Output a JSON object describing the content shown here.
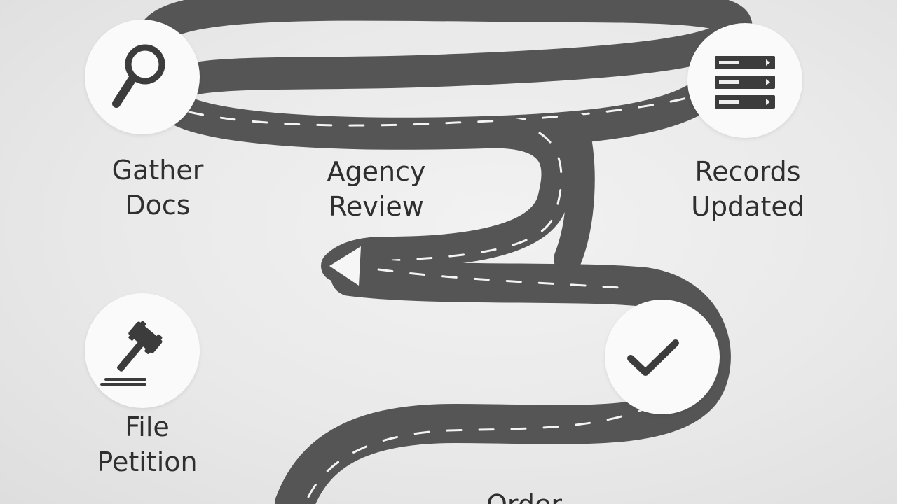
{
  "steps": [
    {
      "id": "gather",
      "label": "Gather\nDocs",
      "icon": "magnifier-icon"
    },
    {
      "id": "agency",
      "label": "Agency\nReview",
      "icon": ""
    },
    {
      "id": "records",
      "label": "Records\nUpdated",
      "icon": "server-rack-icon"
    },
    {
      "id": "file",
      "label": "File\nPetition",
      "icon": "gavel-icon"
    },
    {
      "id": "order",
      "label": "Order",
      "icon": "checkmark-icon"
    }
  ],
  "colors": {
    "road": "#555555",
    "road_dashes": "#f4f4f4",
    "circle": "#fafafa",
    "icon": "#3c3c3c",
    "text": "#2f2f2f",
    "background": "#e9e9e9"
  }
}
